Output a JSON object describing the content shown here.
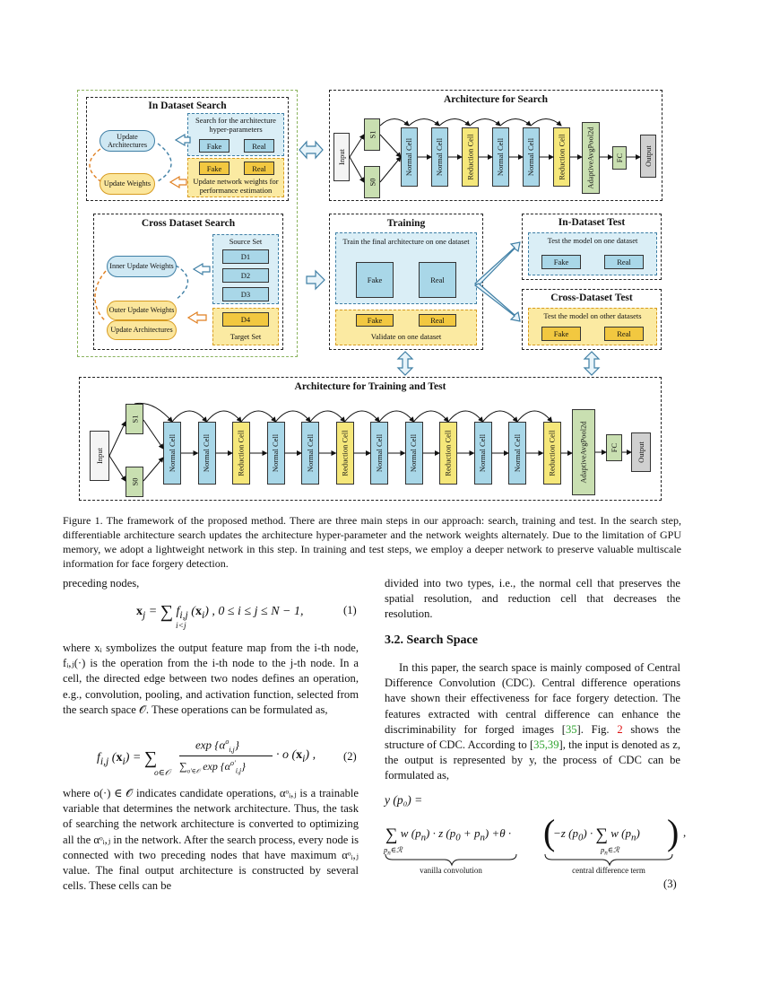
{
  "figure": {
    "in_dataset_search": {
      "title": "In Dataset Search",
      "blue_note": "Search for the architecture hyper-parameters",
      "yellow_note": "Update network weights for performance estimation",
      "fake": "Fake",
      "real": "Real",
      "update_arch": "Update Architectures",
      "update_weights": "Update Weights"
    },
    "arch_search": {
      "title": "Architecture for Search",
      "input": "Input",
      "s1": "S1",
      "s0": "S0",
      "cells": [
        "Normal Cell",
        "Normal Cell",
        "Reduction Cell",
        "Normal Cell",
        "Normal Cell",
        "Reduction Cell"
      ],
      "pool": "AdaptiveAvgPool2d",
      "fc": "FC",
      "output": "Output"
    },
    "cross_dataset_search": {
      "title": "Cross Dataset Search",
      "source_set": "Source Set",
      "target_set": "Target Set",
      "domains": [
        "D1",
        "D2",
        "D3"
      ],
      "target": "D4",
      "inner": "Inner Update Weights",
      "outer": "Outer Update Weights",
      "update_arch": "Update Architectures"
    },
    "training": {
      "title": "Training",
      "note": "Train the final architecture on one dataset",
      "fake": "Fake",
      "real": "Real",
      "validate": "Validate on one dataset"
    },
    "in_dataset_test": {
      "title": "In-Dataset Test",
      "note": "Test the model on one dataset",
      "fake": "Fake",
      "real": "Real"
    },
    "cross_dataset_test": {
      "title": "Cross-Dataset Test",
      "note": "Test the model on other datasets",
      "fake": "Fake",
      "real": "Real"
    },
    "arch_train_test": {
      "title": "Architecture for Training and Test",
      "input": "Input",
      "s1": "S1",
      "s0": "S0",
      "cells": [
        "Normal Cell",
        "Normal Cell",
        "Reduction Cell",
        "Normal Cell",
        "Normal Cell",
        "Reduction Cell",
        "Normal Cell",
        "Normal Cell",
        "Reduction Cell",
        "Normal Cell",
        "Normal Cell",
        "Reduction Cell"
      ],
      "pool": "AdaptiveAvgPool2d",
      "fc": "FC",
      "output": "Output"
    }
  },
  "caption": "Figure 1. The framework of the proposed method. There are three main steps in our approach: search, training and test. In the search step, differentiable architecture search updates the architecture hyper-parameter and the network weights alternately. Due to the limitation of GPU memory, we adopt a lightweight network in this step. In training and test steps, we employ a deeper network to preserve valuable multiscale information for face forgery detection.",
  "left": {
    "p0": "preceding nodes,",
    "eq1_lhs": "x",
    "eq1_body": "= Σ f(x), 0 ≤ i ≤ j ≤ N − 1,",
    "eq1_num": "(1)",
    "p1": "where xᵢ symbolizes the output feature map from the i-th node, fᵢ,ⱼ(·) is the operation from the i-th node to the j-th node. In a cell, the directed edge between two nodes defines an operation, e.g., convolution, pooling, and activation function, selected from the search space 𝒪. These operations can be formulated as,",
    "eq2_num": "(2)",
    "p2": "where o(·) ∈ 𝒪 indicates candidate operations, αᵒᵢ,ⱼ is a trainable variable that determines the network architecture. Thus, the task of searching the network architecture is converted to optimizing all the αᵒᵢ,ⱼ in the network. After the search process, every node is connected with two preceding nodes that have maximum αᵒᵢ,ⱼ value. The final output architecture is constructed by several cells. These cells can be"
  },
  "right": {
    "p0": "divided into two types, i.e., the normal cell that preserves the spatial resolution, and reduction cell that decreases the resolution.",
    "heading": "3.2. Search Space",
    "p1a": "In this paper, the search space is mainly composed of Central Difference Convolution (CDC). Central difference operations have shown their effectiveness for face forgery detection. The features extracted with central difference can enhance the discriminability for forged images [",
    "ref35": "35",
    "p1b": "]. Fig. ",
    "fig2": "2",
    "p1c": " shows the structure of CDC. According to [",
    "ref3539": "35,39",
    "p1d": "], the input is denoted as z, the output is represented by y, the process of CDC can be formulated as,",
    "eq3_lhs": "y (p₀) =",
    "under1": "vanilla convolution",
    "under2": "central difference term",
    "eq3_num": "(3)"
  }
}
